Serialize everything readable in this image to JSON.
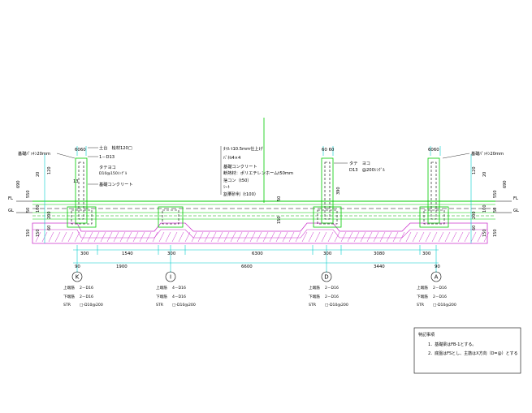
{
  "callouts": {
    "left_haunch": "基礎ﾊﾟｯｷﾝ20mm",
    "right_haunch": "基礎ﾊﾟｯｷﾝ20mm",
    "sill": "土台　桧材120□",
    "d13": "1－D13",
    "tateyoko_left": "タテヨコ",
    "anchor": "D10@150ｼﾝｸﾞﾙ",
    "concrete_left": "基礎コンクリート",
    "tateyoko_right": "タテ　ヨコ",
    "d13_right": "D13　@200ｼﾝｸﾞﾙ",
    "num_13": "13"
  },
  "layers": [
    "ﾀｲﾙ t10.5mm仕上げ",
    "ﾊﾟﾈﾙ4×4",
    "基礎コンクリート",
    "断熱材：ポリエチレンホームt50mm",
    "捨コン（t50）",
    "ｼｰﾄ",
    "割栗砂利（t100）"
  ],
  "level_marks": {
    "fl": "FL",
    "gl": "GL"
  },
  "top_widths": [
    "6060",
    "60 60",
    "6060"
  ],
  "left_dims": [
    "690",
    "550",
    "50",
    "100",
    "150",
    "60",
    "150",
    "200",
    "20",
    "120"
  ],
  "right_dims": [
    "690",
    "550",
    "50",
    "100",
    "150",
    "60",
    "150",
    "200",
    "20",
    "120"
  ],
  "mid_dims": [
    "390",
    "50",
    "150"
  ],
  "row1": [
    "300",
    "1540",
    "300",
    "6300",
    "300",
    "3080",
    "300"
  ],
  "row2": [
    "90",
    "1900",
    "6600",
    "3440",
    "90"
  ],
  "grid": [
    "K",
    "I",
    "D",
    "A"
  ],
  "rebar": [
    {
      "top": "2－D16",
      "bottom": "2－D16",
      "str": "□-D10@200"
    },
    {
      "top": "4－D16",
      "bottom": "4－D16",
      "str": "□-D10@200"
    },
    {
      "top": "2－D16",
      "bottom": "2－D16",
      "str": "□-D10@200"
    },
    {
      "top": "2－D16",
      "bottom": "2－D16",
      "str": "□-D10@200"
    }
  ],
  "rebar_labels": {
    "top": "上端筋",
    "bottom": "下端筋",
    "str": "STR"
  },
  "notes": {
    "title": "特記事項",
    "items": [
      "1．基礎梁はFB-1とする。",
      "2．底盤はFSとし、主筋はX方向（D=@）とする"
    ]
  }
}
